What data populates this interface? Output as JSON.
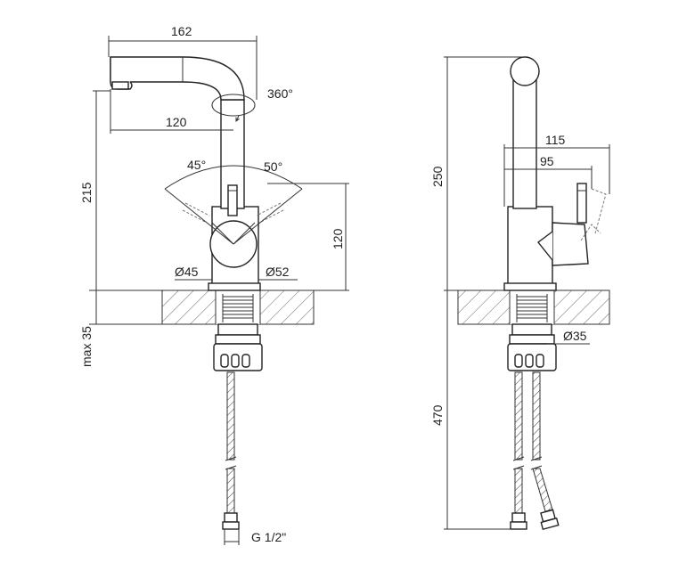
{
  "front_view": {
    "dim_width_total": "162",
    "dim_rotation": "360°",
    "dim_spout_reach": "120",
    "dim_angle_left": "45°",
    "dim_angle_right": "50°",
    "dim_height_total": "215",
    "dim_handle_height": "120",
    "dim_body_dia": "Ø45",
    "dim_base_dia": "Ø52",
    "dim_counter_thickness": "max 35",
    "dim_thread": "G 1/2\""
  },
  "side_view": {
    "dim_spout_height": "250",
    "dim_handle_reach_outer": "115",
    "dim_handle_reach_inner": "95",
    "dim_shank_dia": "Ø35",
    "dim_hose_length": "470"
  }
}
